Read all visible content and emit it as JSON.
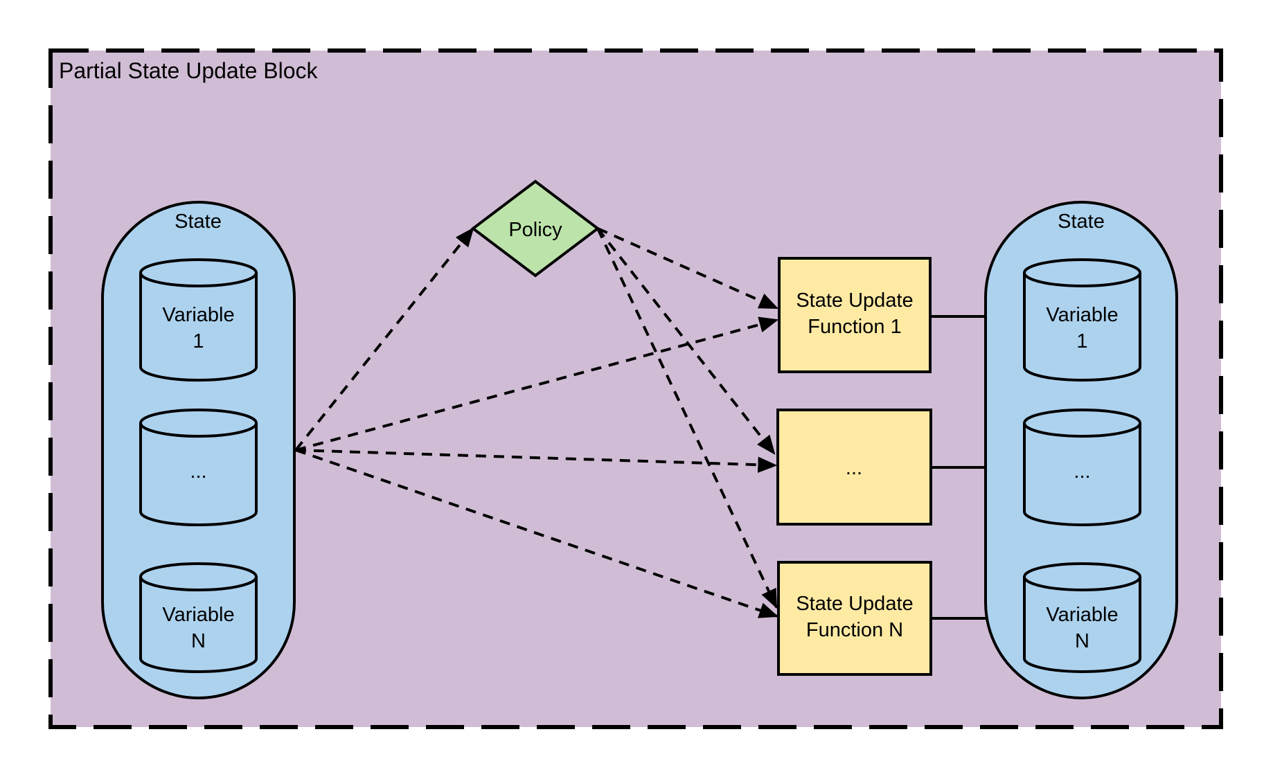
{
  "diagram_title": "Partial State Update Block",
  "palette": {
    "outer_background": "#ffffff",
    "block_fill": "#d0bdd5",
    "state_fill": "#acd2ee",
    "policy_fill": "#bce3aa",
    "function_fill": "#ffeaa4",
    "line_color": "#000000"
  },
  "left_state": {
    "label": "State",
    "variables": [
      {
        "line1": "Variable",
        "line2": "1"
      },
      {
        "line1": "...",
        "line2": ""
      },
      {
        "line1": "Variable",
        "line2": "N"
      }
    ]
  },
  "policy": {
    "label": "Policy"
  },
  "state_update_functions": [
    {
      "line1": "State Update",
      "line2": "Function 1"
    },
    {
      "line1": "...",
      "line2": ""
    },
    {
      "line1": "State Update",
      "line2": "Function N"
    }
  ],
  "right_state": {
    "label": "State",
    "variables": [
      {
        "line1": "Variable",
        "line2": "1"
      },
      {
        "line1": "...",
        "line2": ""
      },
      {
        "line1": "Variable",
        "line2": "N"
      }
    ]
  }
}
